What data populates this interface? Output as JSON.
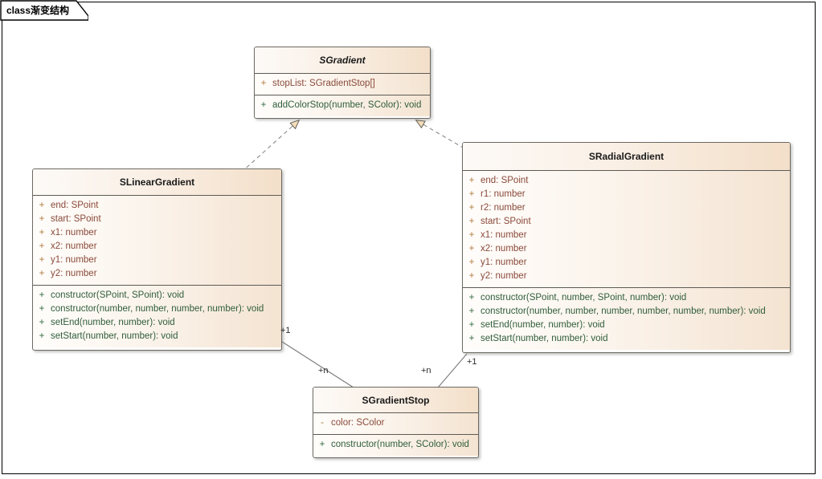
{
  "diagram": {
    "tab_label": "class渐变结构",
    "frame_name": "class-diagram-frame"
  },
  "classes": {
    "sgradient": {
      "name": "SGradient",
      "stereotype": "abstract",
      "attributes": [
        {
          "visibility": "+",
          "text": "stopList: SGradientStop[]"
        }
      ],
      "operations": [
        {
          "visibility": "+",
          "text": "addColorStop(number, SColor): void"
        }
      ]
    },
    "slineargradient": {
      "name": "SLinearGradient",
      "stereotype": "concrete",
      "attributes": [
        {
          "visibility": "+",
          "text": "end: SPoint"
        },
        {
          "visibility": "+",
          "text": "start: SPoint"
        },
        {
          "visibility": "+",
          "text": "x1: number"
        },
        {
          "visibility": "+",
          "text": "x2: number"
        },
        {
          "visibility": "+",
          "text": "y1: number"
        },
        {
          "visibility": "+",
          "text": "y2: number"
        }
      ],
      "operations": [
        {
          "visibility": "+",
          "text": "constructor(SPoint, SPoint): void"
        },
        {
          "visibility": "+",
          "text": "constructor(number, number, number, number): void"
        },
        {
          "visibility": "+",
          "text": "setEnd(number, number): void"
        },
        {
          "visibility": "+",
          "text": "setStart(number, number): void"
        }
      ]
    },
    "sradialgradient": {
      "name": "SRadialGradient",
      "stereotype": "concrete",
      "attributes": [
        {
          "visibility": "+",
          "text": "end: SPoint"
        },
        {
          "visibility": "+",
          "text": "r1: number"
        },
        {
          "visibility": "+",
          "text": "r2: number"
        },
        {
          "visibility": "+",
          "text": "start: SPoint"
        },
        {
          "visibility": "+",
          "text": "x1: number"
        },
        {
          "visibility": "+",
          "text": "x2: number"
        },
        {
          "visibility": "+",
          "text": "y1: number"
        },
        {
          "visibility": "+",
          "text": "y2: number"
        }
      ],
      "operations": [
        {
          "visibility": "+",
          "text": "constructor(SPoint, number, SPoint, number): void"
        },
        {
          "visibility": "+",
          "text": "constructor(number, number, number, number, number, number): void"
        },
        {
          "visibility": "+",
          "text": "setEnd(number, number): void"
        },
        {
          "visibility": "+",
          "text": "setStart(number, number): void"
        }
      ]
    },
    "sgradientstop": {
      "name": "SGradientStop",
      "stereotype": "concrete",
      "attributes": [
        {
          "visibility": "-",
          "text": "color: SColor"
        }
      ],
      "operations": [
        {
          "visibility": "+",
          "text": "constructor(number, SColor): void"
        }
      ]
    }
  },
  "connectors": {
    "linear_to_gradient": {
      "kind": "realization",
      "label": ""
    },
    "radial_to_gradient": {
      "kind": "realization",
      "label": ""
    },
    "linear_to_stop": {
      "kind": "association",
      "source_multiplicity": "+1",
      "target_multiplicity": "+n"
    },
    "radial_to_stop": {
      "kind": "association",
      "source_multiplicity": "+1",
      "target_multiplicity": "+n"
    }
  },
  "colors": {
    "box_border": "#6e6a62",
    "header_fill_light": "#fdfaf7",
    "header_fill_dark": "#f3dfc9",
    "body_fill_light": "#fffdfb",
    "body_fill_dark": "#f4e3d1",
    "attribute_text": "#8a4a3a",
    "operation_text": "#2f5d3a",
    "attribute_visibility": "#b07a3a",
    "operation_visibility": "#2f6b3e",
    "connector_line": "#7a7a7a",
    "arrow_fill": "#f5deb9",
    "frame_border": "#000000"
  }
}
